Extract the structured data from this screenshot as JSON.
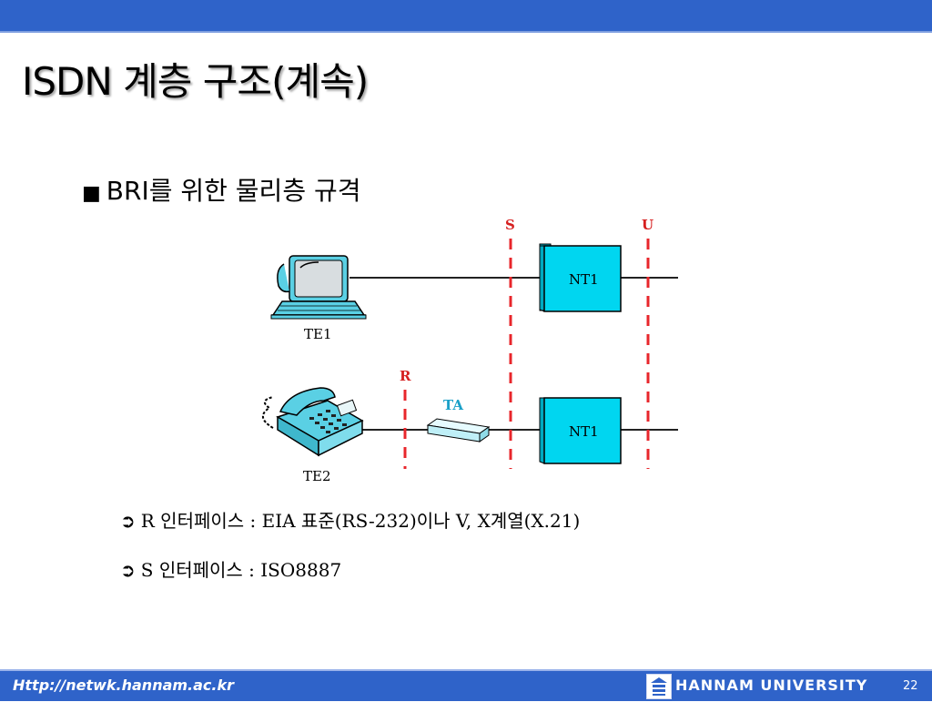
{
  "slide": {
    "title": "ISDN 계층 구조(계속)",
    "subtitle_bullet": "■",
    "subtitle": "BRI를 위한 물리층 규격"
  },
  "diagram": {
    "ref_point_s": "S",
    "ref_point_u": "U",
    "ref_point_r": "R",
    "ta_label": "TA",
    "nt1_top_label": "NT1",
    "nt1_bottom_label": "NT1",
    "te1_label": "TE1",
    "te2_label": "TE2",
    "colors": {
      "ref_line": "#e8262b",
      "nt_box": "#00d6f0",
      "ta_box": "#bfeff7",
      "ref_text": "#d62020",
      "ta_text": "#1aa0c8"
    }
  },
  "bullets": [
    {
      "arrow": "➲",
      "text": "R 인터페이스 : EIA 표준(RS-232)이나 V, X계열(X.21)"
    },
    {
      "arrow": "➲",
      "text": "S 인터페이스 : ISO8887"
    }
  ],
  "footer": {
    "url": "Http://netwk.hannam.ac.kr",
    "logo_icon": "hannam-logo-icon",
    "university": "HANNAM UNIVERSITY",
    "page": "22"
  }
}
